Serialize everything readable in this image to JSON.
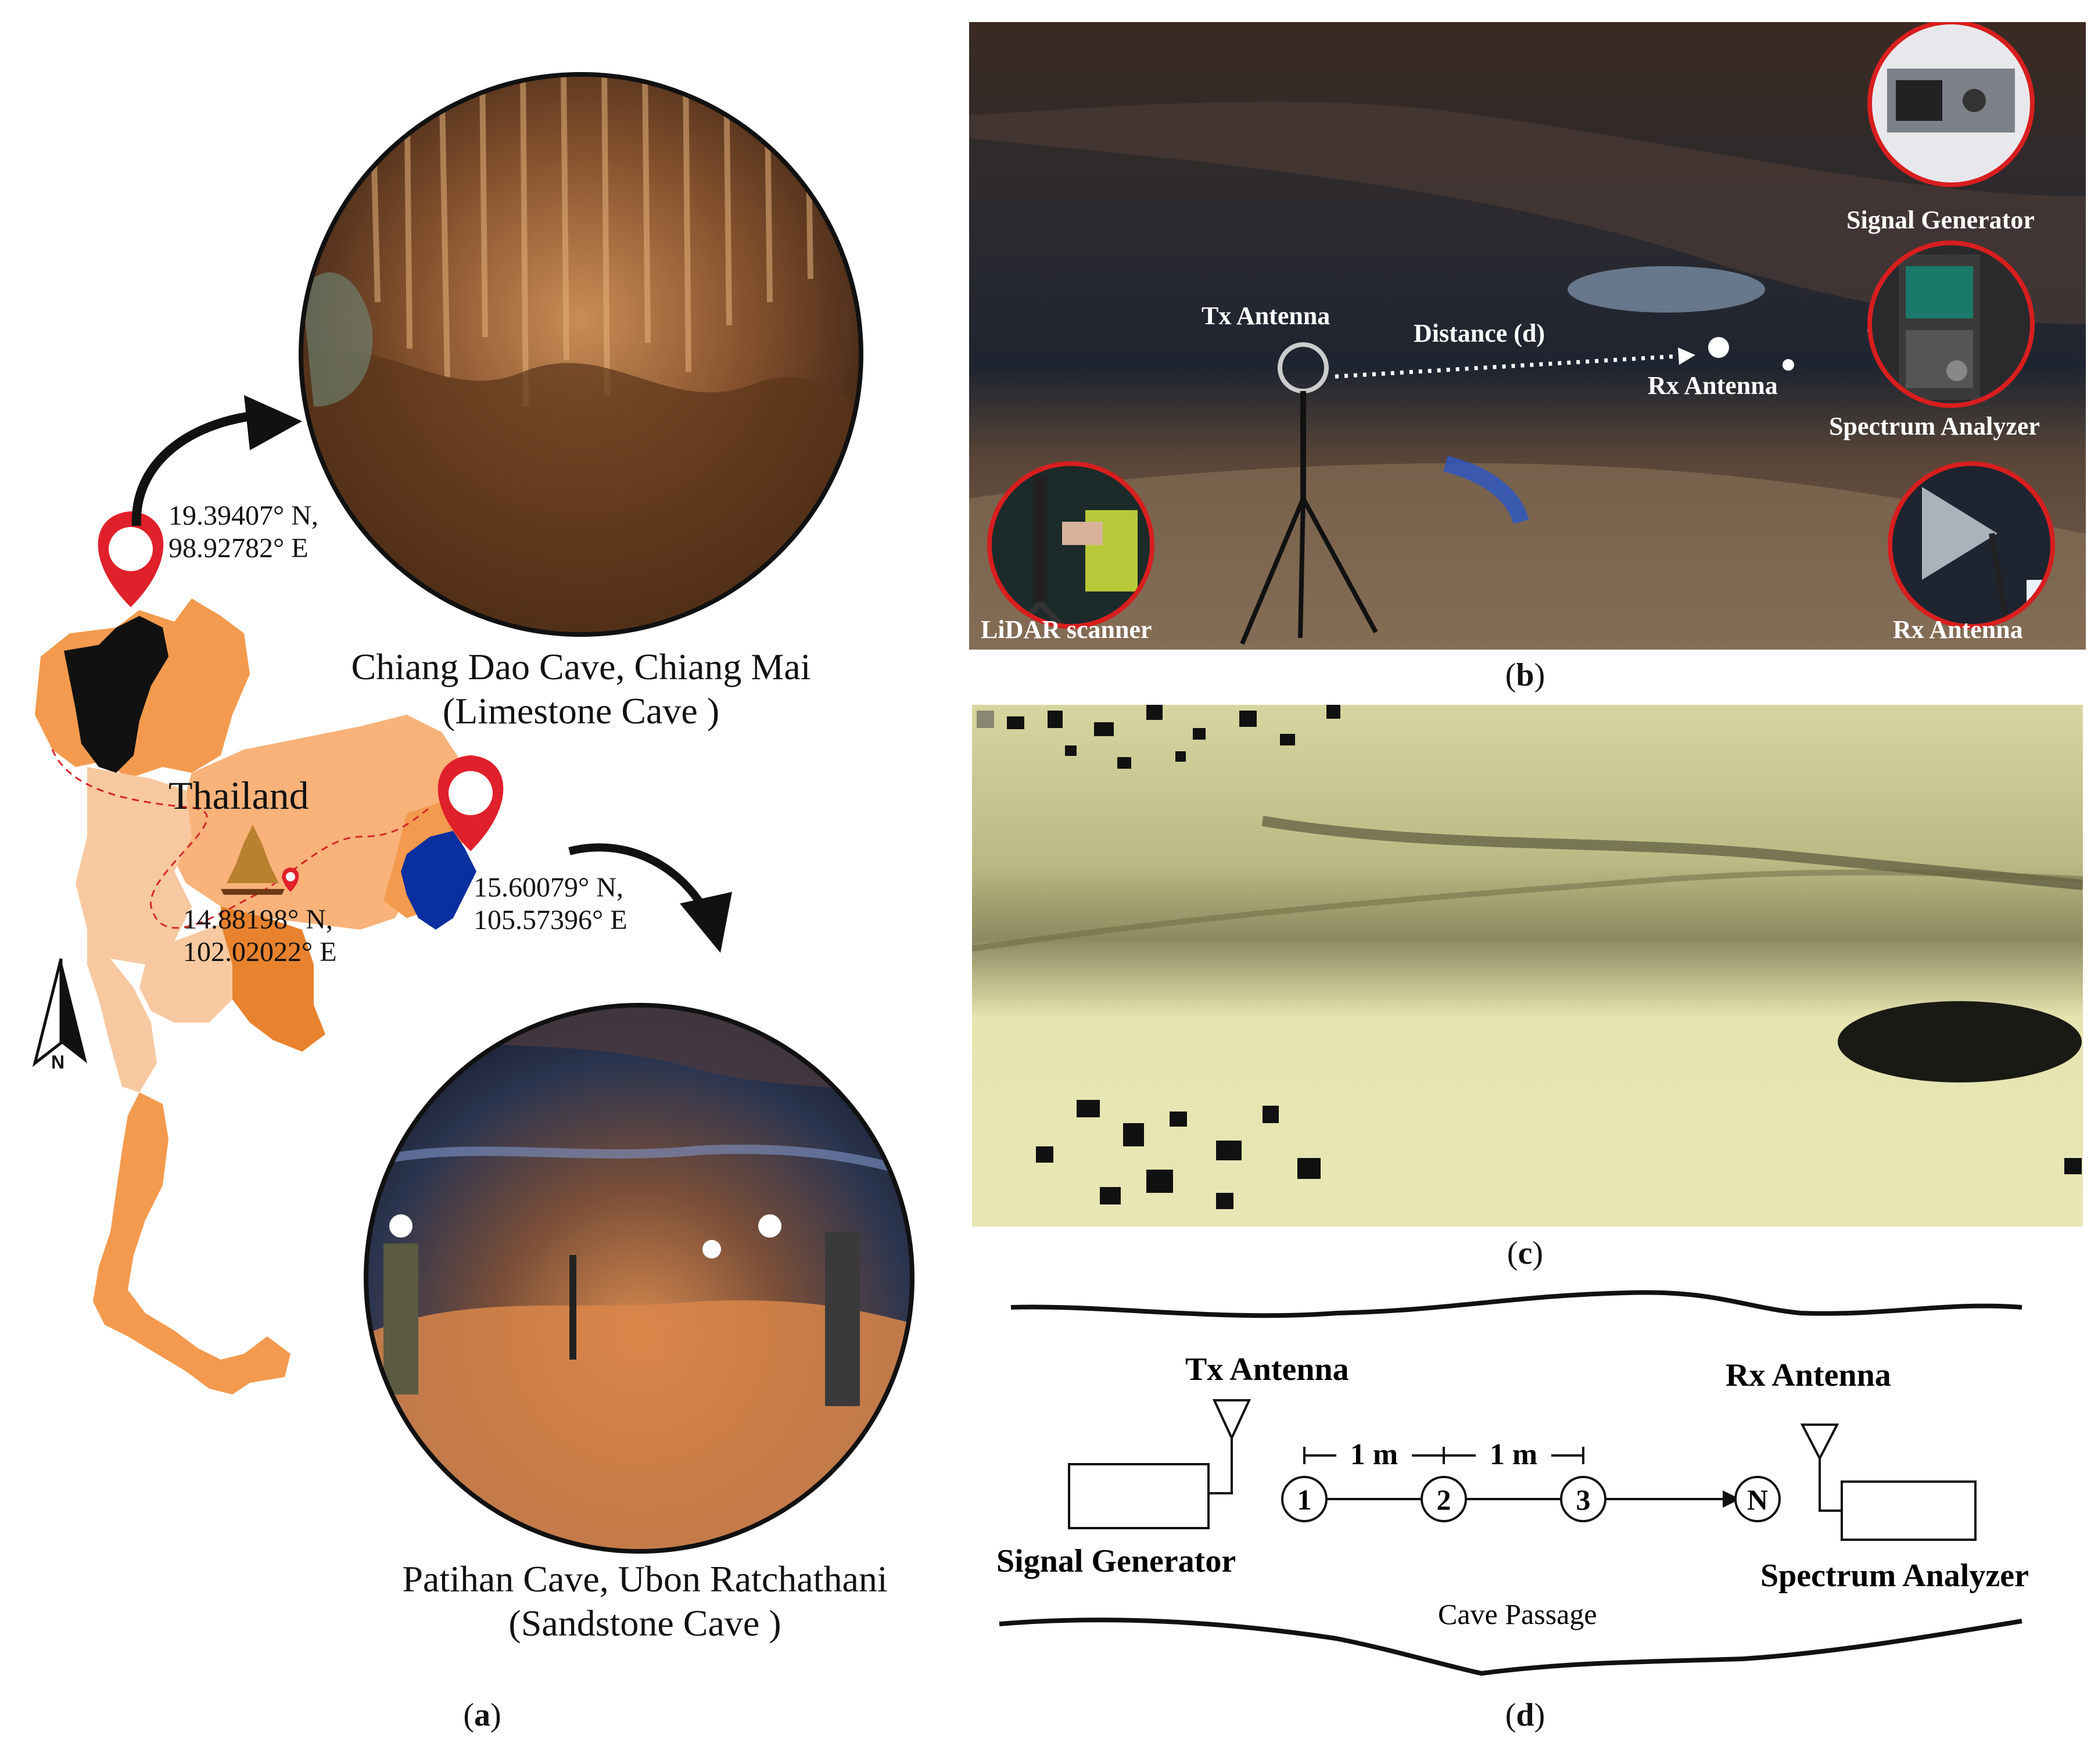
{
  "panel_a": {
    "caption_letter": "a",
    "country_label": "Thailand",
    "north_label": "N",
    "cave1": {
      "coords_lat": "19.39407° N,",
      "coords_lon": "98.92782° E",
      "name": "Chiang Dao Cave, Chiang Mai",
      "type": "(Limestone Cave )"
    },
    "center": {
      "coords_lat": "14.88198° N,",
      "coords_lon": "102.02022° E"
    },
    "cave2": {
      "coords_lat": "15.60079° N,",
      "coords_lon": "105.57396° E",
      "name": "Patihan Cave, Ubon Ratchathani",
      "type": "(Sandstone Cave )"
    }
  },
  "panel_b": {
    "caption_letter": "b",
    "tx_antenna": "Tx Antenna",
    "distance": "Distance (d)",
    "rx_antenna_center": "Rx Antenna",
    "signal_generator": "Signal Generator",
    "spectrum_analyzer": "Spectrum Analyzer",
    "rx_antenna_inset": "Rx Antenna",
    "lidar": "LiDAR scanner"
  },
  "panel_c": {
    "caption_letter": "c"
  },
  "panel_d": {
    "caption_letter": "d",
    "tx_antenna": "Tx Antenna",
    "rx_antenna": "Rx Antenna",
    "signal_generator": "Signal Generator",
    "spectrum_analyzer": "Spectrum Analyzer",
    "cave_passage": "Cave Passage",
    "spacing1": "1 m",
    "spacing2": "1 m",
    "nodes": [
      "1",
      "2",
      "3",
      "N"
    ]
  },
  "colors": {
    "map_orange": "#F39A4E",
    "map_light": "#F8C9A0",
    "map_dark": "#E8822E",
    "pin_red": "#E0202A",
    "province_blue": "#0A2F9E",
    "lidar_yellow": "#E8E6B0",
    "inset_ring": "#D81E1E"
  }
}
